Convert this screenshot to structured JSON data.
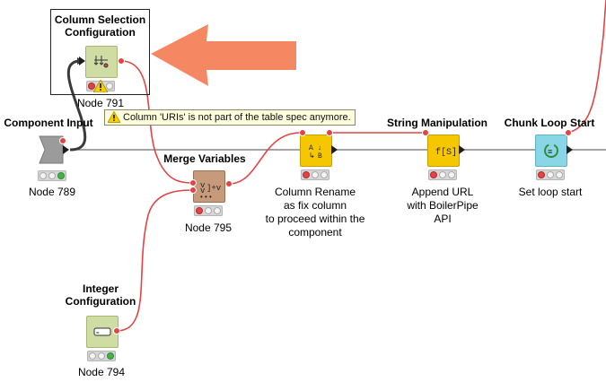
{
  "nodes": {
    "column_selection": {
      "title": "Column Selection\nConfiguration",
      "title_line1": "Column Selection",
      "title_line2": "Configuration",
      "label": "Node 791",
      "color": "#cfdca3"
    },
    "component_input": {
      "title": "Component Input",
      "label": "Node 789",
      "color": "#9b9b9b"
    },
    "merge_variables": {
      "title": "Merge Variables",
      "label": "Node 795",
      "color": "#c89a7c"
    },
    "column_rename": {
      "label_lines": [
        "Column Rename",
        "as fix column",
        "to proceed within the",
        "component"
      ],
      "color": "#f5c700"
    },
    "string_manipulation": {
      "title": "String Manipulation",
      "label_lines": [
        "Append URL",
        "with BoilerPipe",
        "API"
      ],
      "color": "#f5c700"
    },
    "chunk_loop_start": {
      "title": "Chunk Loop Start",
      "label": "Set loop start",
      "color": "#8ad6e6"
    },
    "integer_configuration": {
      "title_line1": "Integer",
      "title_line2": "Configuration",
      "label": "Node 794",
      "color": "#cfdca3"
    }
  },
  "tooltip": {
    "text": "Column 'URIs' is not part of the table spec anymore."
  },
  "colors": {
    "arrow": "#f58863",
    "flow_variable": "#e34343",
    "data_connection": "#6e6e6e",
    "wire_dark": "#3a3a3a"
  },
  "icons": {
    "column_selection": "column-selection-icon",
    "component_input": "component-input-icon",
    "merge_variables": "merge-variables-icon",
    "column_rename": "column-rename-icon",
    "string_manipulation": "string-manipulation-icon",
    "chunk_loop_start": "loop-start-icon",
    "integer_configuration": "integer-input-icon"
  }
}
